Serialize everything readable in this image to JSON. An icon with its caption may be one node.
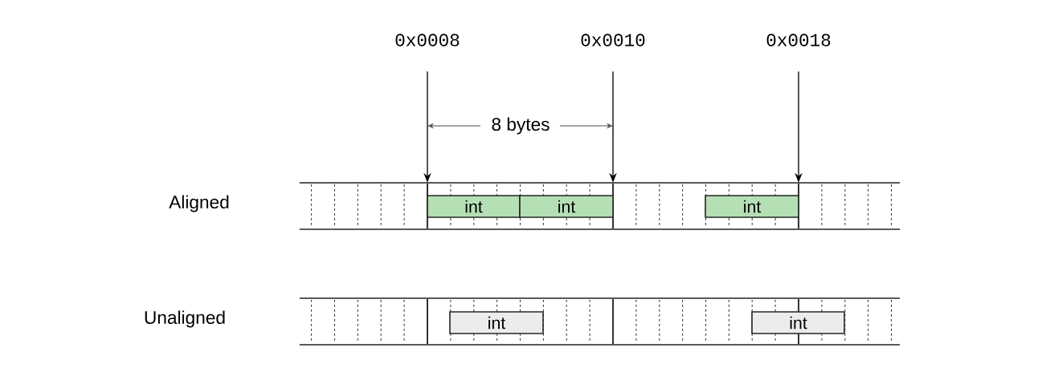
{
  "diagram": {
    "nodes": [
      {
        "text": [
          "0x0008"
        ]
      },
      {
        "text": [
          "0x0010"
        ]
      },
      {
        "text": [
          "0x0018"
        ]
      },
      {
        "text": [],
        "shape": "bar"
      },
      {
        "text": [
          "int"
        ],
        "in": 3
      },
      {
        "text": [
          "int"
        ],
        "in": 3
      },
      {
        "text": [
          "int"
        ],
        "in": 3
      },
      {
        "text": [],
        "shape": "bar"
      },
      {
        "text": [
          "int"
        ],
        "in": 7
      },
      {
        "text": [
          "int"
        ],
        "in": 7
      }
    ],
    "edges": [
      {
        "from": 0,
        "to": 3,
        "arrow": "to"
      },
      {
        "from": 1,
        "to": 3,
        "arrow": "to"
      },
      {
        "from": 2,
        "to": 3,
        "arrow": "to"
      }
    ],
    "labels": [
      "8 bytes",
      "Aligned",
      "Unaligned"
    ]
  }
}
